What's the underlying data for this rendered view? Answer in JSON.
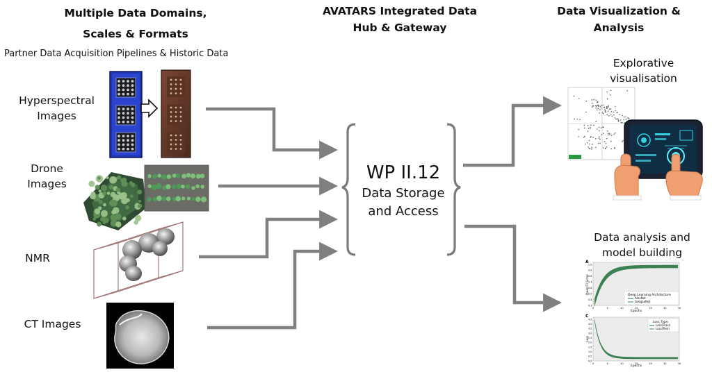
{
  "columns": {
    "left": {
      "title_line1": "Multiple Data Domains,",
      "title_line2": "Scales & Formats",
      "subtitle": "Partner Data Acquisition Pipelines & Historic Data"
    },
    "center": {
      "title_line1": "AVATARS Integrated Data",
      "title_line2": "Hub & Gateway"
    },
    "right": {
      "title_line1": "Data Visualization &",
      "title_line2": "Analysis"
    }
  },
  "sources": [
    {
      "line1": "Hyperspectral",
      "line2": "Images"
    },
    {
      "line1": "Drone",
      "line2": "Images"
    },
    {
      "line1": "NMR",
      "line2": ""
    },
    {
      "line1": "CT Images",
      "line2": ""
    }
  ],
  "hub": {
    "title": "WP II.12",
    "line1": "Data Storage",
    "line2": "and Access"
  },
  "outputs": {
    "explorative": {
      "line1": "Explorative",
      "line2": "visualisation"
    },
    "analysis": {
      "line1": "Data analysis and",
      "line2": "model building"
    }
  },
  "plot_a": {
    "panel": "A",
    "xlabel": "Epochs",
    "ylabel": "Mean F1 Score",
    "legend_title": "Deep Learning Architecture",
    "legend": [
      "AlexNet",
      "GoogLeNet"
    ],
    "yticks": [
      "1.0",
      "0.9",
      "0.8",
      "0.7",
      "0.6",
      "0.5",
      "0.4",
      "0.3"
    ],
    "xticks": [
      "0",
      "5",
      "10",
      "15",
      "20",
      "25",
      "30"
    ]
  },
  "plot_c": {
    "panel": "C",
    "xlabel": "Epochs",
    "ylabel": "Loss",
    "legend_title": "Loss Type",
    "legend": [
      "Loss(Train)",
      "Loss(Test)"
    ],
    "yticks": [
      "4.5",
      "4.0",
      "3.5",
      "3.0",
      "2.5",
      "2.0",
      "1.5",
      "1.0",
      "0.5",
      "0.0"
    ],
    "xticks": [
      "0",
      "5",
      "10",
      "15",
      "20",
      "25",
      "30"
    ]
  },
  "colors": {
    "arrow": "#808080",
    "bracket": "#7a7a7a",
    "curve": "#1e6e38",
    "blue_frame": "#1f35b0",
    "rust": "#6b3a28"
  }
}
